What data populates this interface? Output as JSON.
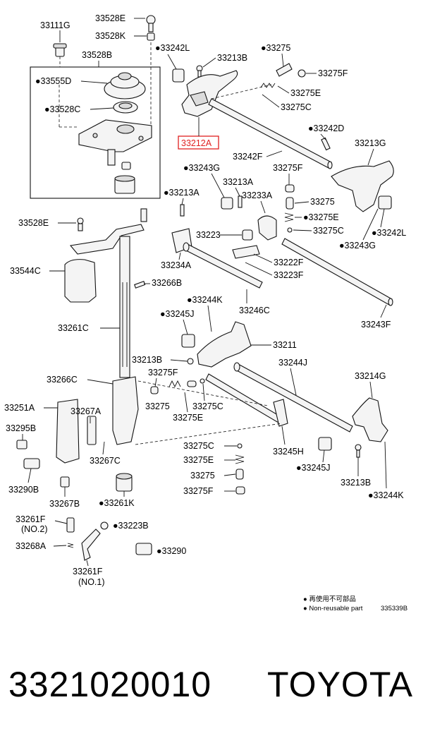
{
  "labels": {
    "l33111G": "33111G",
    "l33528E_top": "33528E",
    "l33528K": "33528K",
    "l33528B": "33528B",
    "l33555D": "●33555D",
    "l33528C": "●33528C",
    "l33242L_top": "●33242L",
    "l33213B_top": "33213B",
    "l33275_top": "●33275",
    "l33275F_top": "33275F",
    "l33275E_top": "33275E",
    "l33275C_top": "33275C",
    "l33212A": "33212A",
    "l33242D": "●33242D",
    "l33213G": "33213G",
    "l33242F": "33242F",
    "l33243G_top": "●33243G",
    "l33213A_a": "●33213A",
    "l33213A_b": "33213A",
    "l33233A": "33233A",
    "l33275F_mid": "33275F",
    "l33275_mid": "33275",
    "l33275E_mid": "●33275E",
    "l33275C_mid": "33275C",
    "l33242L_mid": "●33242L",
    "l33243G_mid": "●33243G",
    "l33528E_mid": "33528E",
    "l33223": "33223",
    "l33222F": "33222F",
    "l33223F": "33223F",
    "l33234A": "33234A",
    "l33544C": "33544C",
    "l33266B": "33266B",
    "l33244K_top": "●33244K",
    "l33245J_top": "●33245J",
    "l33246C": "33246C",
    "l33243F": "33243F",
    "l33261C": "33261C",
    "l33211": "33211",
    "l33213B_mid": "33213B",
    "l33244J": "33244J",
    "l33275F_low": "33275F",
    "l33214G": "33214G",
    "l33266C": "33266C",
    "l33251A": "33251A",
    "l33267A": "33267A",
    "l33275_low": "33275",
    "l33275C_low": "33275C",
    "l33275E_low": "33275E",
    "l33295B": "33295B",
    "l33275C_b": "33275C",
    "l33275E_b": "33275E",
    "l33275_b": "33275",
    "l33275F_b": "33275F",
    "l33245H": "33245H",
    "l33245J_low": "●33245J",
    "l33213B_low": "33213B",
    "l33244K_low": "●33244K",
    "l33267C": "33267C",
    "l33290B": "33290B",
    "l33267B": "33267B",
    "l33261K": "●33261K",
    "l33261F_a": "33261F",
    "l33261F_a_sub": "(NO.2)",
    "l33223B": "●33223B",
    "l33268A": "33268A",
    "l33290": "●33290",
    "l33261F_b": "33261F",
    "l33261F_b_sub": "(NO.1)"
  },
  "legend": {
    "line1": "● 再使用不可部品",
    "line2": "● Non-reusable part",
    "code": "335339B"
  },
  "footer": {
    "part_number": "3321020010",
    "brand": "TOYOTA"
  },
  "highlight": {
    "color": "#e02020"
  }
}
